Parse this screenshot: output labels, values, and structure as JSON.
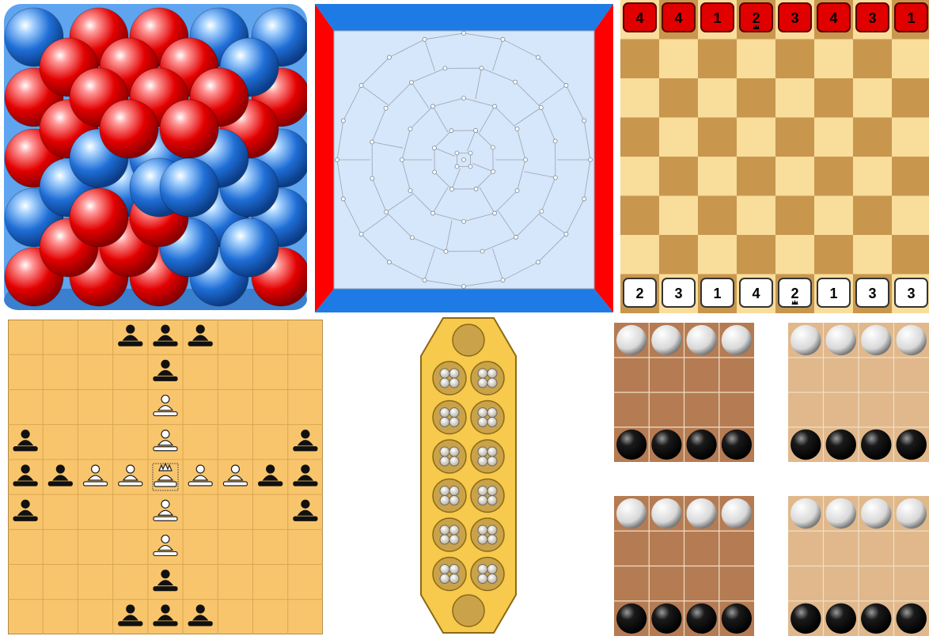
{
  "colors": {
    "blue_board": "#4a90e2",
    "red_ball": "#e50000",
    "blue_ball": "#1f6ed6",
    "voronoi_bg": "#d6e6fb",
    "red_edge": "#ff0000",
    "blue_edge": "#1e7be6",
    "chess_light": "#f8dd9b",
    "chess_dark": "#c8974d",
    "tafl_board": "#f9c56c",
    "mancala_board": "#f7c94c",
    "small_dark": "#b57b52",
    "small_light": "#e0b88b"
  },
  "top_row_pieces": [
    "4",
    "4",
    "1",
    "2",
    "3",
    "4",
    "3",
    "1"
  ],
  "bottom_row_pieces": [
    "2",
    "3",
    "1",
    "4",
    "2",
    "1",
    "3",
    "3"
  ],
  "crowned_columns": [
    3,
    4
  ],
  "mancala": {
    "rows": 6,
    "seeds_per_pit": 4
  },
  "small_boards": [
    {
      "variant": "dark"
    },
    {
      "variant": "light"
    },
    {
      "variant": "dark"
    },
    {
      "variant": "light"
    }
  ]
}
